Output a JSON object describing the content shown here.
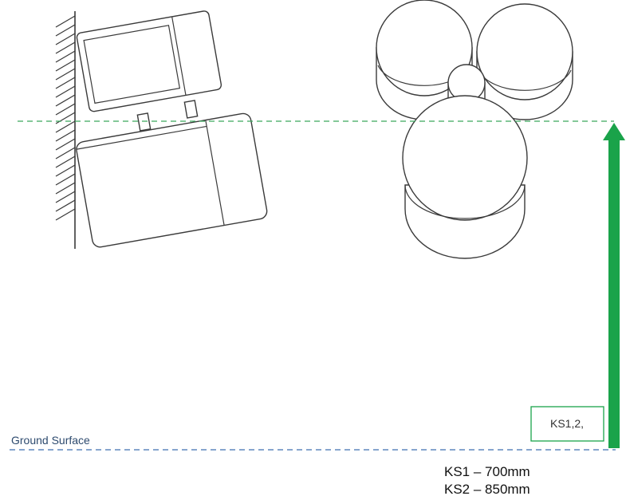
{
  "ground": {
    "label": "Ground Surface",
    "color": "#3f6fb0"
  },
  "height_line": {
    "color": "#3aa85c"
  },
  "arrow": {
    "color": "#1aa34a"
  },
  "label_box": {
    "text": "KS1,2,",
    "color": "#1aa34a"
  },
  "specs": [
    {
      "text": "KS1 – 700mm"
    },
    {
      "text": "KS2 – 850mm"
    }
  ]
}
